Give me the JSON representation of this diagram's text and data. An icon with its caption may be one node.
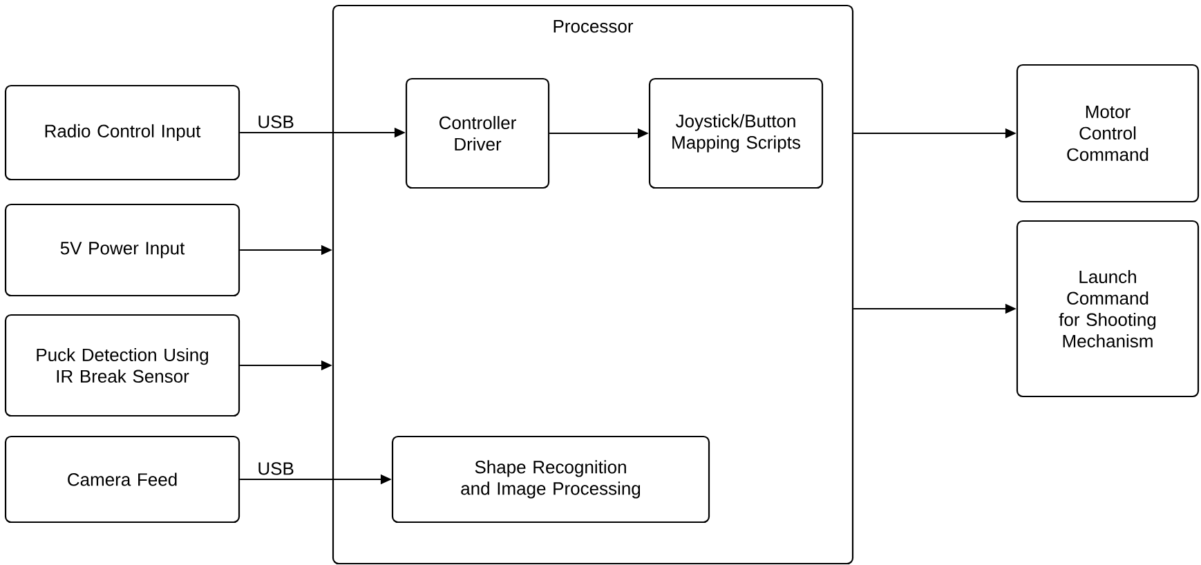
{
  "diagram": {
    "nodes": [
      {
        "text": [
          "Processor"
        ]
      },
      {
        "text": [
          "Controller Driver"
        ],
        "in": 0
      },
      {
        "text": [
          "Joystick/Button Mapping Scripts"
        ],
        "in": 0
      },
      {
        "text": [
          "Shape Recognition and Image Processing"
        ],
        "in": 0
      },
      {
        "text": [
          "Radio Control Input"
        ]
      },
      {
        "text": [
          "5V Power Input"
        ]
      },
      {
        "text": [
          "Puck Detection Using IR Break Sensor"
        ]
      },
      {
        "text": [
          "Camera Feed"
        ]
      },
      {
        "text": [
          "Motor Control Command"
        ]
      },
      {
        "text": [
          "Launch Command for Shooting Mechanism"
        ]
      }
    ],
    "edges": [
      {
        "from": 4,
        "to": 1,
        "arrow": "to",
        "label": "USB"
      },
      {
        "from": 5,
        "to": 0,
        "arrow": "to"
      },
      {
        "from": 6,
        "to": 0,
        "arrow": "to"
      },
      {
        "from": 7,
        "to": 3,
        "arrow": "to",
        "label": "USB"
      },
      {
        "from": 1,
        "to": 2,
        "arrow": "to"
      },
      {
        "from": 0,
        "to": 8,
        "arrow": "to"
      },
      {
        "from": 0,
        "to": 9,
        "arrow": "to"
      }
    ]
  }
}
